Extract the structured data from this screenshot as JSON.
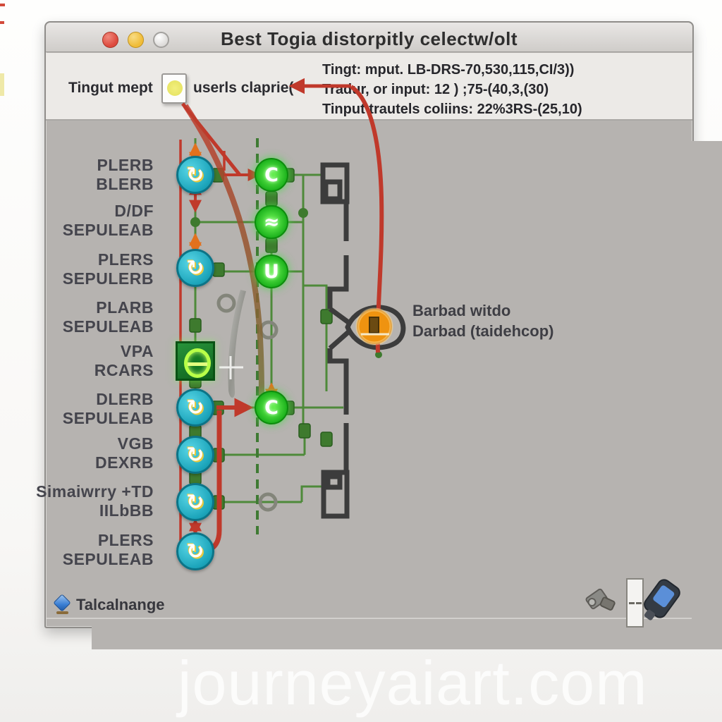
{
  "window": {
    "title": "Best Togia distorpitly celectw/olt"
  },
  "header": {
    "left_label": "Tingut mept",
    "checkbox_label": "userls claprie(",
    "info_lines": [
      "Tingt: mput. LB-DRS-70,530,115,CI/3))",
      "Tradur, or input: 12 ) ;75-(40,3,(30)",
      "Tinput trautels coliins: 22%3RS-(25,10)"
    ]
  },
  "diagram": {
    "row_labels": [
      {
        "line1": "PLERB",
        "line2": "BLERB"
      },
      {
        "line1": "D/DF",
        "line2": "SEPULEAB"
      },
      {
        "line1": "PLERS",
        "line2": "SEPULERB"
      },
      {
        "line1": "PLARB",
        "line2": "SEPULEAB"
      },
      {
        "line1": "VPA",
        "line2": "RCARS"
      },
      {
        "line1": "DLERB",
        "line2": "SEPULEAB"
      },
      {
        "line1": "VGB",
        "line2": "DEXRB"
      },
      {
        "line1": "Simaiwrry +TD",
        "line2": "IILbBB"
      },
      {
        "line1": "PLERS",
        "line2": "SEPULEAB"
      }
    ],
    "annotation": {
      "line1": "Barbad witdo",
      "line2": "Darbad (taidehcop)"
    },
    "node_glyphs": {
      "cyan": "↻",
      "green1": "C",
      "green2": "≈",
      "green3": "U",
      "green4": "C"
    }
  },
  "statusbar": {
    "label": "Talcalnange"
  },
  "watermark": "journeyaiart.com",
  "colors": {
    "accent_red": "#c0392b",
    "wire_green": "#4e8a3a",
    "node_cyan": "#1ba4ba",
    "node_green": "#22c022",
    "node_orange": "#ef9310",
    "dark_outline": "#3c3c3c",
    "window_gray": "#b6b3b0"
  }
}
